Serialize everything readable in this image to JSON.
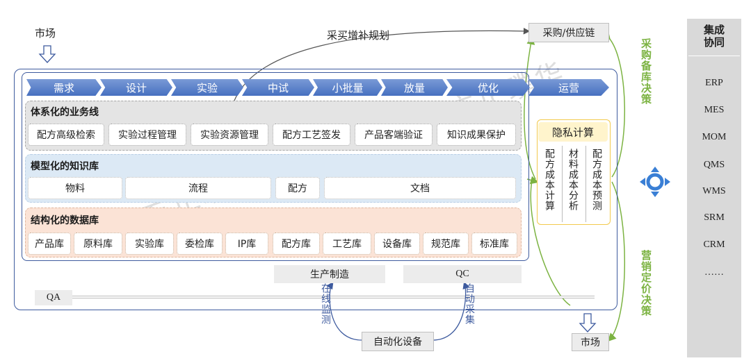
{
  "top": {
    "market_label": "市场",
    "procure_label": "采购/供应链",
    "replenish_label": "采买增补规划"
  },
  "stages": [
    "需求",
    "设计",
    "实验",
    "中试",
    "小批量",
    "放量",
    "优化",
    "运营"
  ],
  "business": {
    "title": "体系化的业务线",
    "items": [
      "配方高级检索",
      "实验过程管理",
      "实验资源管理",
      "配方工艺签发",
      "产品客端验证",
      "知识成果保护"
    ]
  },
  "knowledge": {
    "title": "模型化的知识库",
    "items": [
      "物料",
      "流程",
      "配方",
      "文档"
    ]
  },
  "data": {
    "title": "结构化的数据库",
    "items": [
      "产品库",
      "原料库",
      "实验库",
      "委检库",
      "IP库",
      "配方库",
      "工艺库",
      "设备库",
      "规范库",
      "标准库"
    ]
  },
  "privacy": {
    "title": "隐私计算",
    "cols": [
      "配方成本计算",
      "材料成本分析",
      "配方成本预测"
    ]
  },
  "production": {
    "manufacturing": "生产制造",
    "qc": "QC",
    "qa": "QA",
    "online_monitor": "在线监测",
    "auto_collect": "自动采集",
    "automation": "自动化设备",
    "bottom_market": "市场"
  },
  "decisions": {
    "procure": "采购备库决策",
    "marketing": "营销定价决策"
  },
  "integration": {
    "title": "集成协同",
    "items": [
      "ERP",
      "MES",
      "MOM",
      "QMS",
      "WMS",
      "SRM",
      "CRM",
      "……"
    ]
  },
  "watermark": "方正璞华",
  "colors": {
    "accent_blue": "#4670c0",
    "green": "#7cb342",
    "business_bg": "#e4e4e4",
    "knowledge_bg": "#dce9f5",
    "data_bg": "#fbe3d6",
    "privacy_bg": "#fff4cc",
    "sidebar_bg": "#d9d9d9"
  }
}
